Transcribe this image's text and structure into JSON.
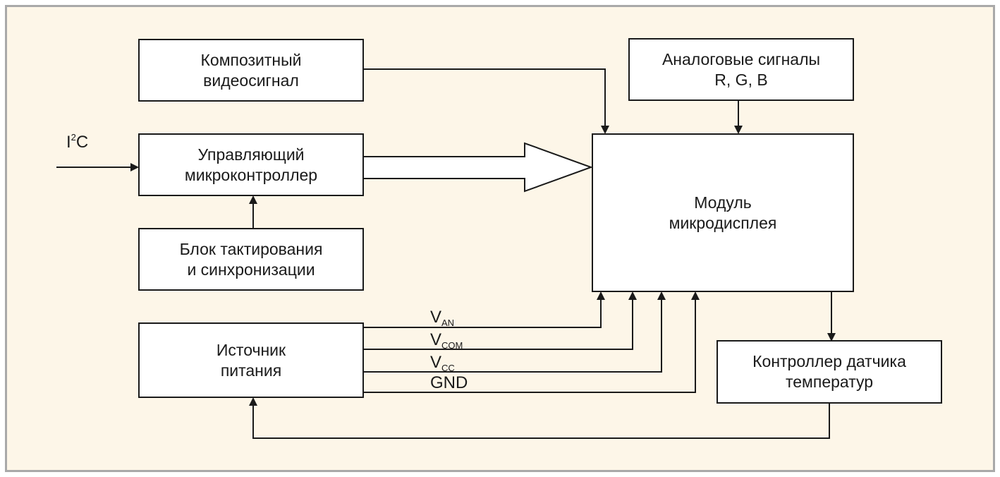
{
  "blocks": {
    "composite_video": {
      "line1": "Композитный",
      "line2": "видеосигнал"
    },
    "analog_rgb": {
      "line1": "Аналоговые сигналы",
      "line2": "R, G, B"
    },
    "control_mcu": {
      "line1": "Управляющий",
      "line2": "микроконтроллер"
    },
    "clock_sync": {
      "line1": "Блок тактирования",
      "line2": "и синхронизации"
    },
    "microdisplay": {
      "line1": "Модуль",
      "line2": "микродисплея"
    },
    "power_supply": {
      "line1": "Источник",
      "line2": "питания"
    },
    "temp_controller": {
      "line1": "Контроллер датчика",
      "line2": "температур"
    }
  },
  "labels": {
    "i2c": {
      "base": "I",
      "sup": "2",
      "tail": "C"
    },
    "van": {
      "base": "V",
      "sub": "AN"
    },
    "vcom": {
      "base": "V",
      "sub": "COM"
    },
    "vcc": {
      "base": "V",
      "sub": "CC"
    },
    "gnd": "GND"
  }
}
